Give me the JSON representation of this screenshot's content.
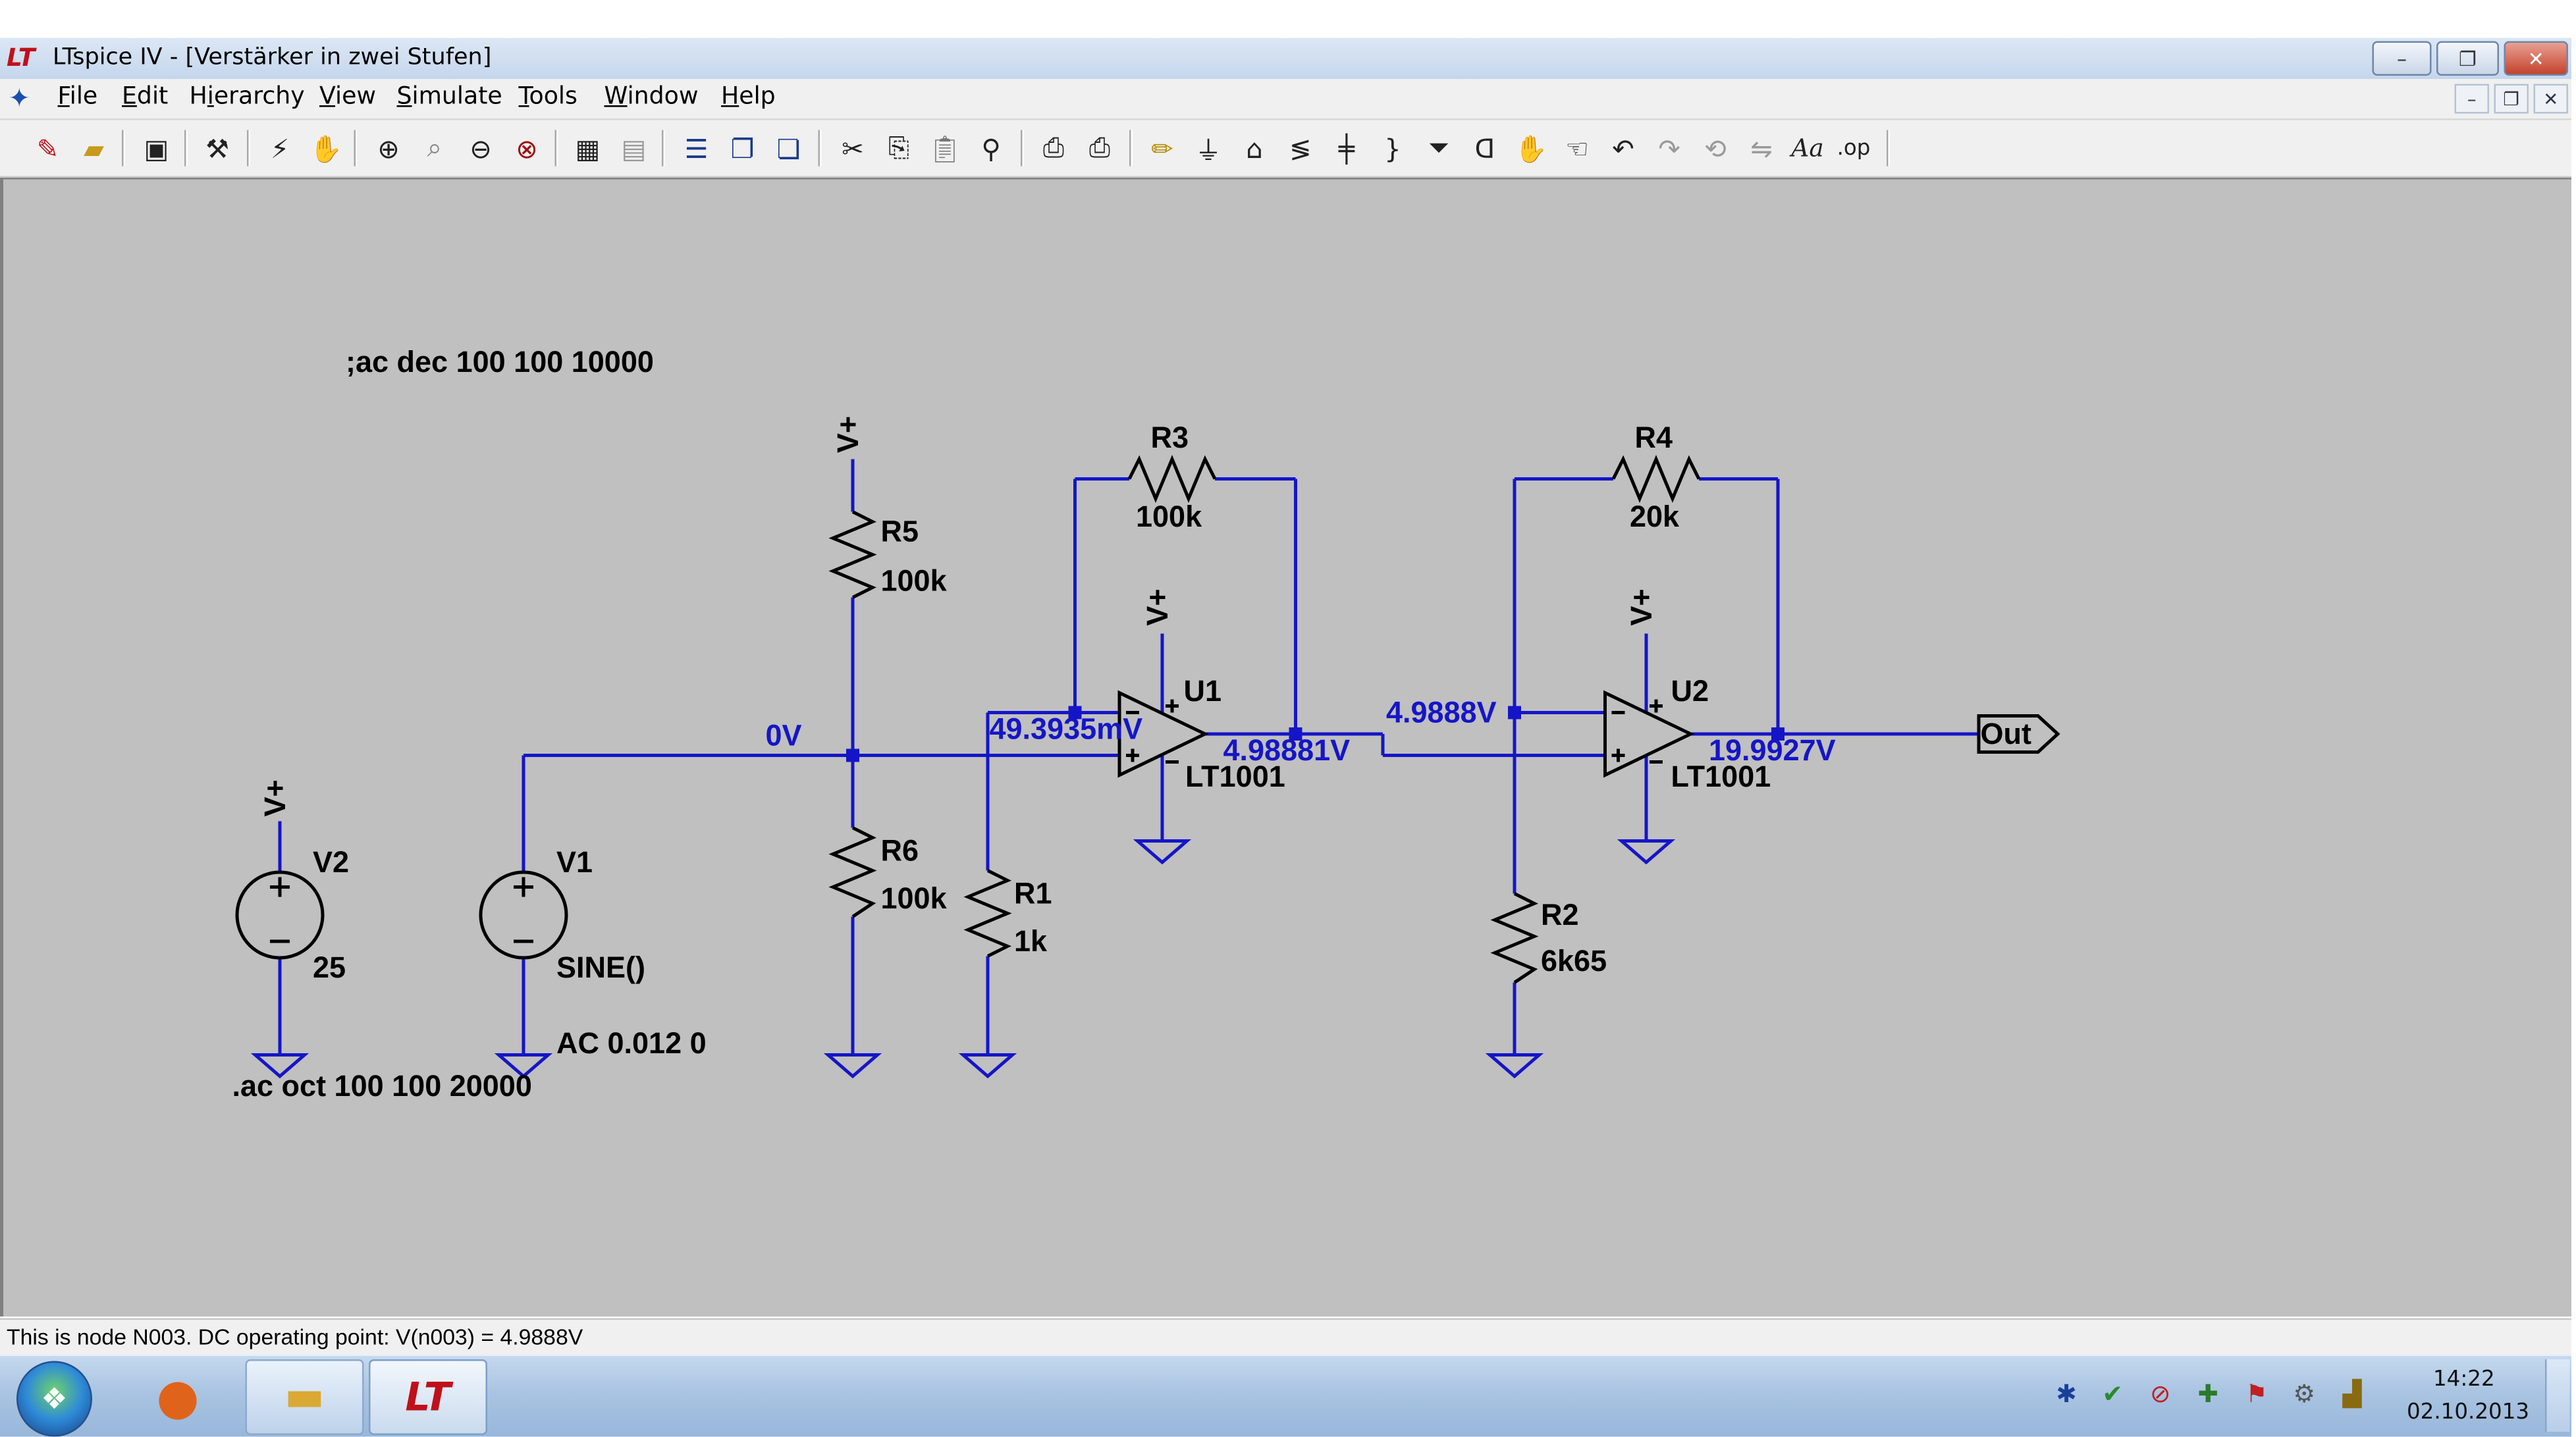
{
  "window": {
    "title": "LTspice IV - [Verstärker in zwei Stufen]",
    "minimize_glyph": "–",
    "restore_glyph": "❐",
    "close_glyph": "✕"
  },
  "menu": {
    "items": [
      {
        "label": "File",
        "underline": "F",
        "rest": "ile"
      },
      {
        "label": "Edit",
        "underline": "E",
        "rest": "dit"
      },
      {
        "label": "Hierarchy",
        "pre": "H",
        "underline": "i",
        "rest": "erarchy"
      },
      {
        "label": "View",
        "underline": "V",
        "rest": "iew"
      },
      {
        "label": "Simulate",
        "underline": "S",
        "rest": "imulate"
      },
      {
        "label": "Tools",
        "underline": "T",
        "rest": "ools"
      },
      {
        "label": "Window",
        "underline": "W",
        "rest": "indow"
      },
      {
        "label": "Help",
        "underline": "H",
        "rest": "elp"
      }
    ],
    "mdi_min": "–",
    "mdi_restore": "❐",
    "mdi_close": "✕"
  },
  "toolbar": {
    "icons": [
      "new-schematic-icon",
      "open-icon",
      "save-icon",
      "control-panel-icon",
      "run-icon",
      "halt-icon",
      "zoom-in-icon",
      "zoom-area-icon",
      "zoom-out-icon",
      "zoom-fit-icon",
      "autorange-icon",
      "grid-icon",
      "tile-horizontal-icon",
      "cascade-icon",
      "tile-vertical-icon",
      "cut-icon",
      "copy-icon",
      "paste-icon",
      "find-icon",
      "print-setup-icon",
      "print-icon",
      "draw-wire-icon",
      "ground-icon",
      "label-net-icon",
      "resistor-icon",
      "capacitor-icon",
      "inductor-icon",
      "diode-icon",
      "component-icon",
      "move-icon",
      "drag-icon",
      "undo-icon",
      "redo-icon",
      "rotate-icon",
      "mirror-icon",
      "text-icon",
      "spice-directive-icon"
    ]
  },
  "schematic": {
    "directives": {
      "commented": ";ac dec 100 100 10000",
      "active": ".ac oct 100 100 20000"
    },
    "components": {
      "R5": {
        "name": "R5",
        "value": "100k"
      },
      "R6": {
        "name": "R6",
        "value": "100k"
      },
      "R1": {
        "name": "R1",
        "value": "1k"
      },
      "R3": {
        "name": "R3",
        "value": "100k"
      },
      "R4": {
        "name": "R4",
        "value": "20k"
      },
      "R2": {
        "name": "R2",
        "value": "6k65"
      },
      "U1": {
        "name": "U1",
        "value": "LT1001"
      },
      "U2": {
        "name": "U2",
        "value": "LT1001"
      },
      "V1": {
        "name": "V1",
        "value": "SINE()",
        "ac": "AC 0.012 0"
      },
      "V2": {
        "name": "V2",
        "value": "25"
      }
    },
    "supply_label": "V+",
    "port_label": "Out",
    "node_voltages": {
      "input_node": "0V",
      "u1_in": "49.3935mV",
      "u1_out": "4.98881V",
      "n003": "4.9888V",
      "u2_out": "19.9927V"
    },
    "colors": {
      "wire": "#1515c8",
      "component": "#000000",
      "background": "#c0c0c0",
      "voltage_text": "#1515c8"
    }
  },
  "status": {
    "text": "This is node N003.  DC operating point: V(n003) = 4.9888V"
  },
  "taskbar": {
    "time": "14:22",
    "date": "02.10.2013",
    "tray_icons": [
      "bluetooth-icon",
      "safely-remove-icon",
      "volume-muted-icon",
      "action-center-icon",
      "flag-icon",
      "network-icon",
      "signal-icon"
    ]
  }
}
